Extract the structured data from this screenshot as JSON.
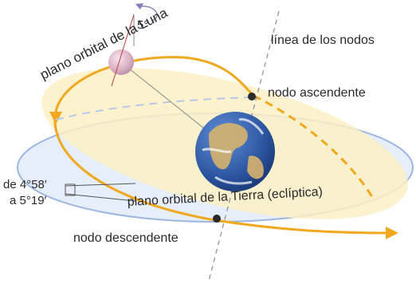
{
  "labels": {
    "angle": "5°",
    "lunar_plane": "plano orbital de la Luna",
    "nodes_line": "línea de los nodos",
    "ascending_node": "nodo ascendente",
    "inclination_line1": "de 4°58′",
    "inclination_line2": "a 5°19′",
    "earth_plane": "plano orbital de la Tierra (eclíptica)",
    "descending_node": "nodo descendente"
  },
  "colors": {
    "lunar_orbit": "#f0a81e",
    "lunar_plane_fill": "#fbf0c4",
    "ecliptic_fill": "#e6eefa",
    "ecliptic_edge": "#9db6df",
    "nodes_line": "#9a9a9a",
    "earth_ocean": "#2c55a0",
    "earth_land": "#d7b36e",
    "moon": "#ddb4c6",
    "node_dot": "#2a2a2a"
  }
}
